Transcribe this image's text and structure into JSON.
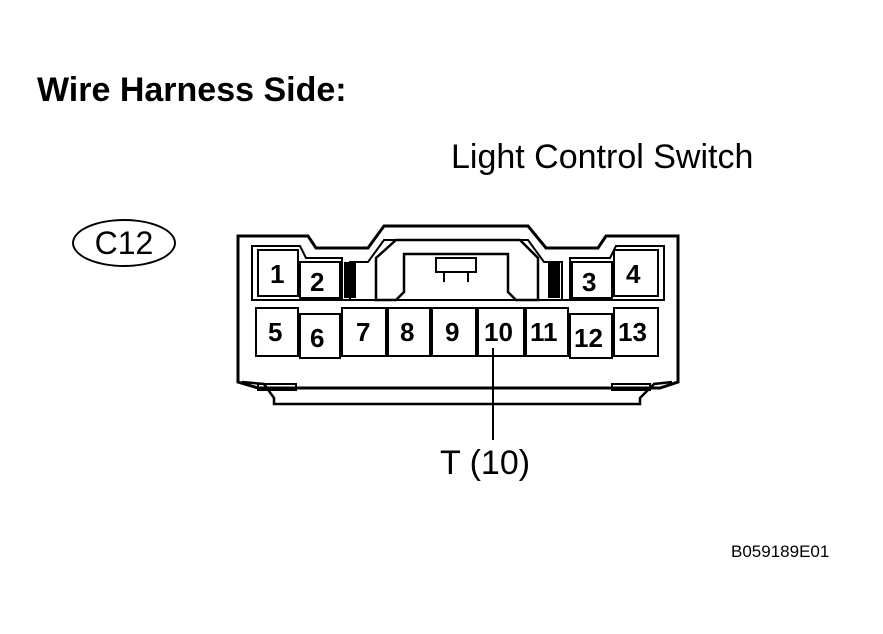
{
  "heading": "Wire Harness Side:",
  "component_name": "Light Control Switch",
  "connector_code": "C12",
  "terminal_callout": "T (10)",
  "figure_id": "B059189E01",
  "pins": {
    "top_row": [
      "1",
      "2",
      "3",
      "4"
    ],
    "bottom_row": [
      "5",
      "6",
      "7",
      "8",
      "9",
      "10",
      "11",
      "12",
      "13"
    ]
  }
}
